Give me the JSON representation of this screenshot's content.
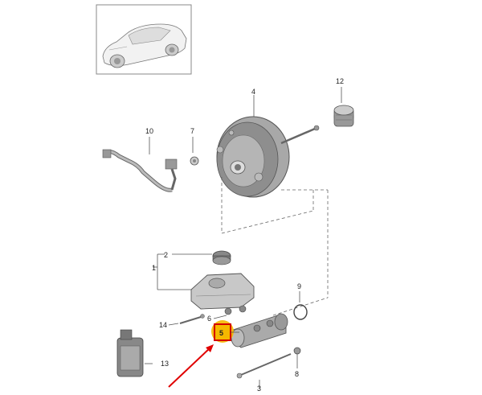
{
  "diagram": {
    "highlight_color": "#f5b800",
    "highlight_border": "#d40000",
    "arrow_color": "#e00000",
    "callouts": {
      "c1": "1",
      "c2": "2",
      "c3": "3",
      "c4": "4",
      "c5": "5",
      "c6": "6",
      "c7": "7",
      "c8": "8",
      "c9": "9",
      "c10": "10",
      "c12": "12",
      "c13": "13",
      "c14": "14"
    },
    "parts": {
      "car": "car-thumbnail",
      "booster": "brake-booster",
      "boot": "rubber-boot",
      "hose": "vacuum-hose",
      "valve": "check-valve",
      "cap": "reservoir-cap",
      "reservoir": "fluid-reservoir",
      "master_cylinder": "master-cylinder",
      "oring": "o-ring",
      "push_rod": "push-rod",
      "bottle": "brake-fluid-bottle",
      "bolt": "bolt"
    }
  }
}
